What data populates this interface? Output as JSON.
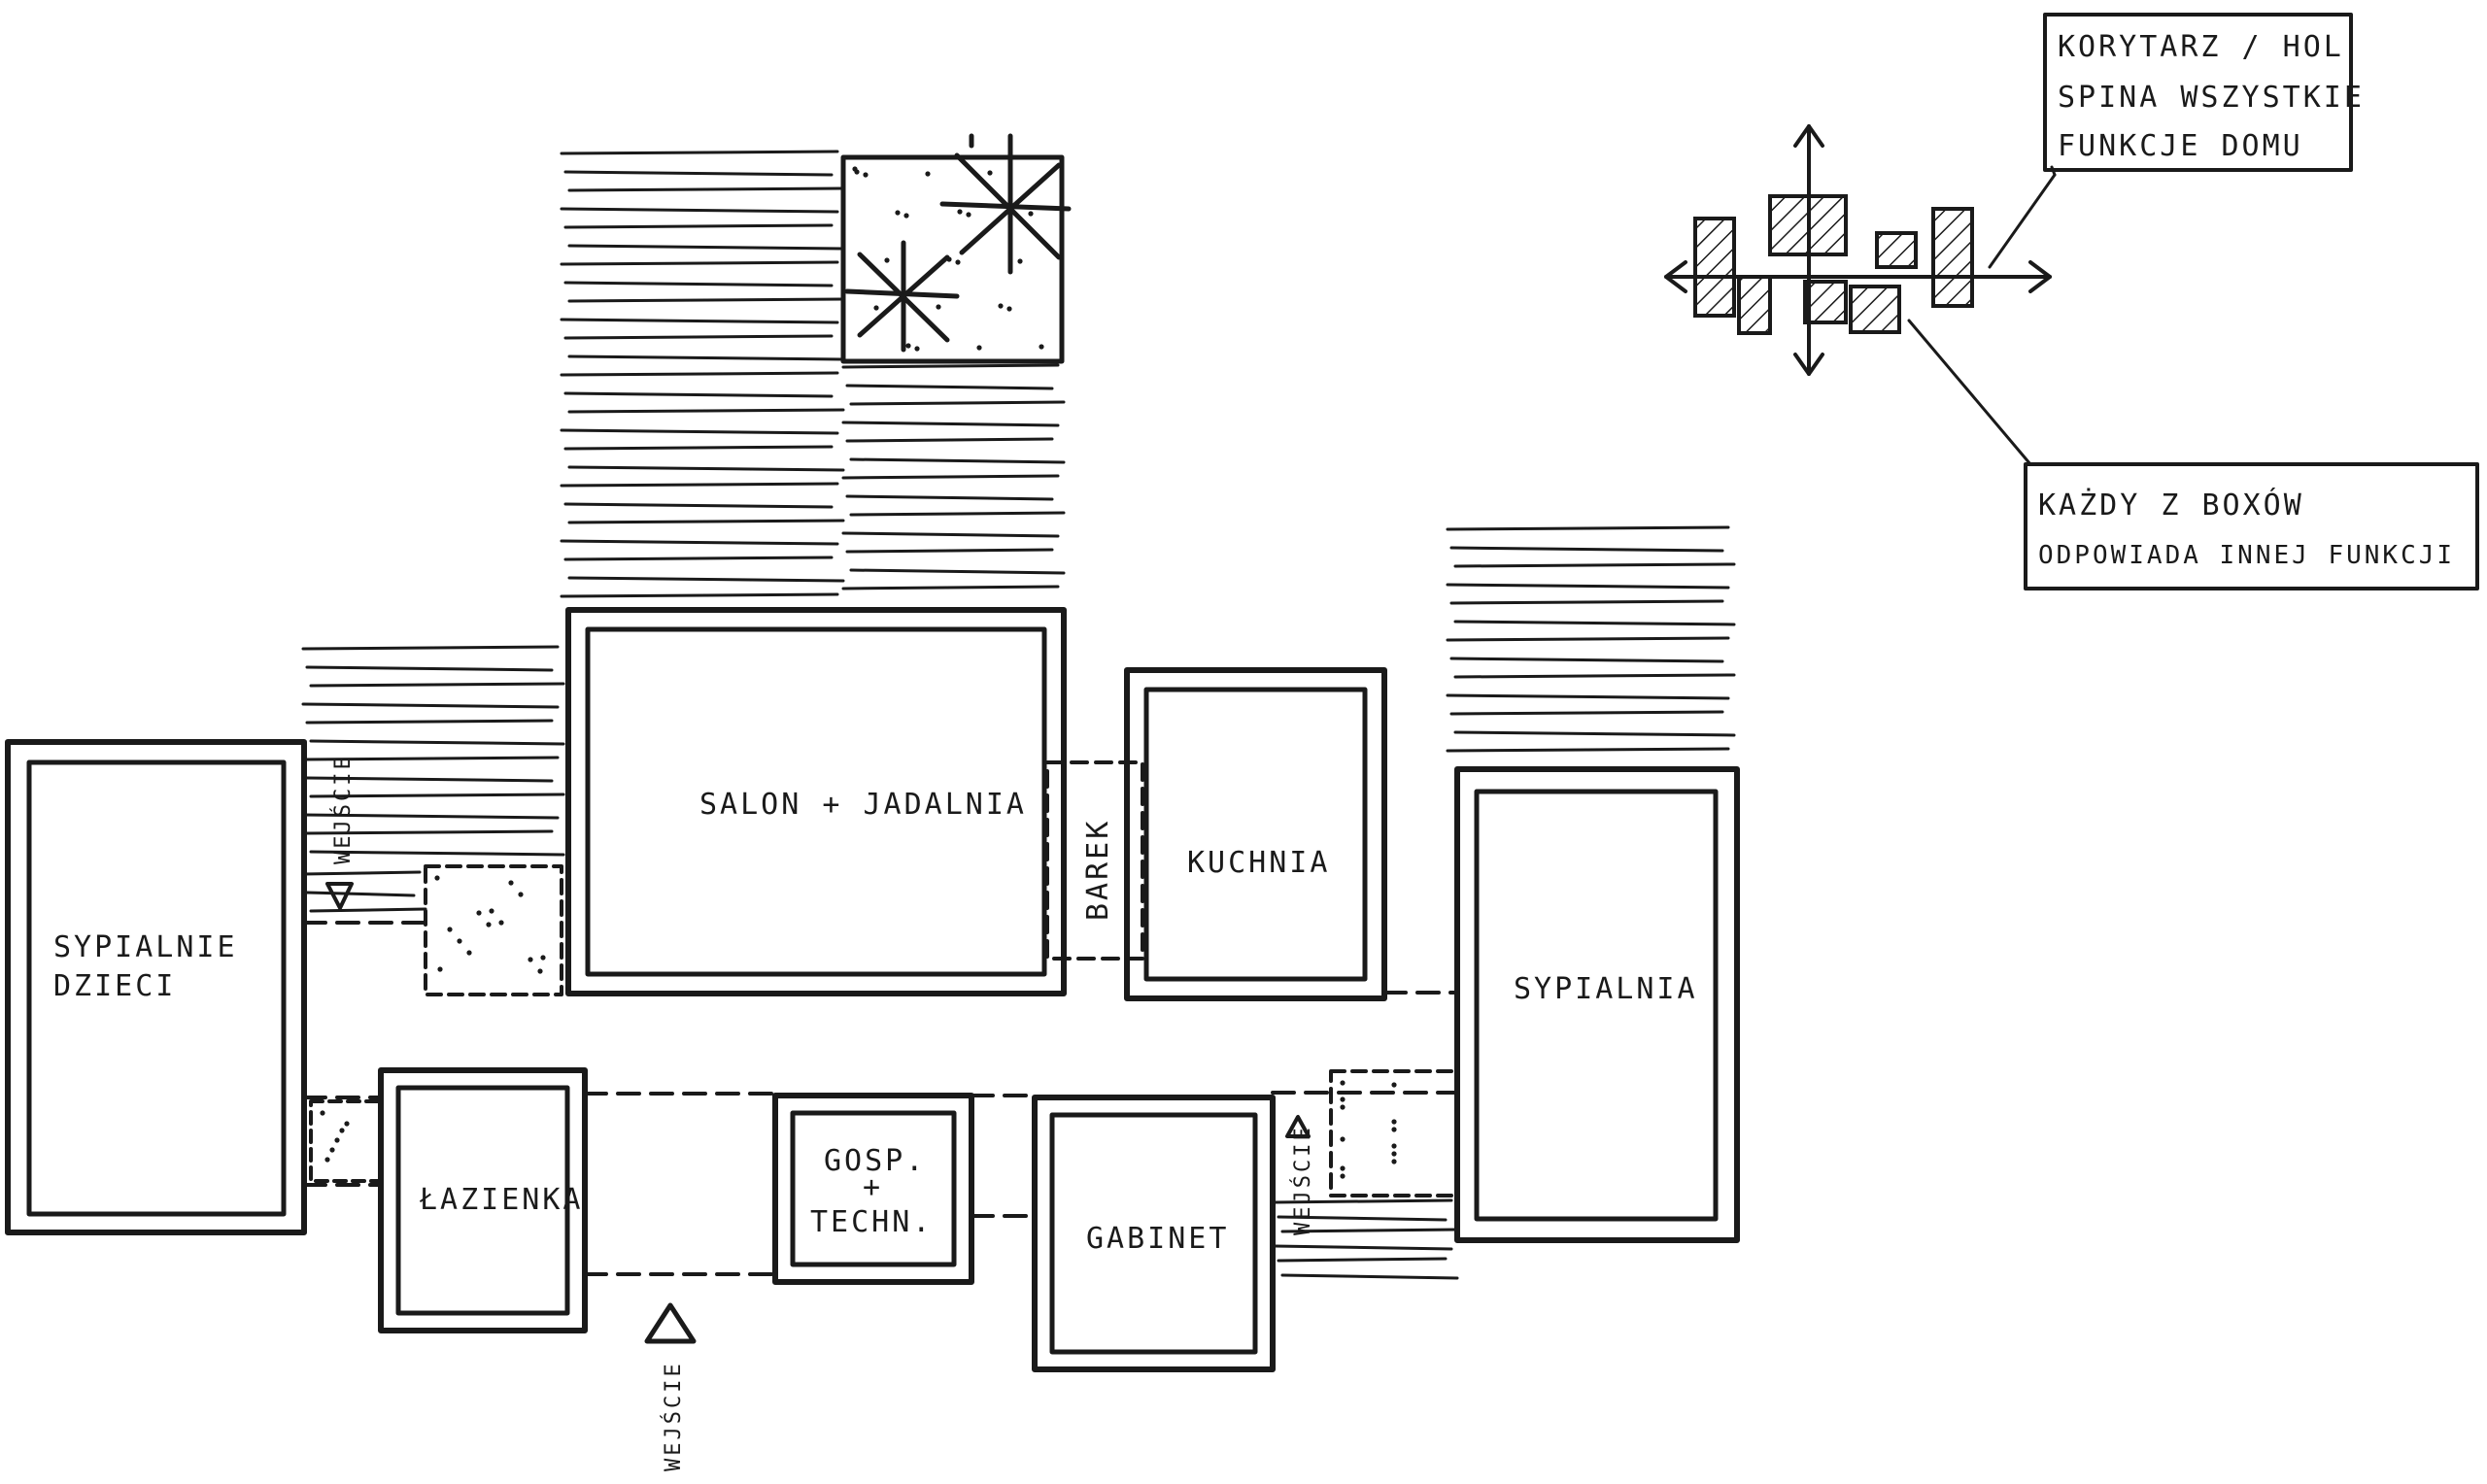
{
  "colors": {
    "ink": "#1a1a1a",
    "paper": "#ffffff"
  },
  "rooms": {
    "salon": "SALON + JADALNIA",
    "kuchnia": "KUCHNIA",
    "barek": "BAREK",
    "sypialnie_dzieci_line1": "SYPIALNIE",
    "sypialnie_dzieci_line2": "DZIECI",
    "sypialnia": "SYPIALNIA",
    "lazienka": "ŁAZIENKA",
    "gosp_line1": "GOSP.",
    "gosp_line2": "+",
    "gosp_line3": "TECHN.",
    "gabinet": "GABINET"
  },
  "entries": {
    "main": "WEJŚCIE",
    "left": "WEJŚCIE",
    "right": "WEJŚCIE"
  },
  "notes": {
    "corridor_line1": "KORYTARZ / HOL",
    "corridor_line2": "SPINA WSZYSTKIE",
    "corridor_line3": "FUNKCJE DOMU",
    "boxes_line1": "KAŻDY Z BOXÓW",
    "boxes_line2": "ODPOWIADA INNEJ FUNKCJI"
  },
  "icons": [
    "tree-icon",
    "entry-arrow-icon",
    "axis-arrow-icon"
  ]
}
